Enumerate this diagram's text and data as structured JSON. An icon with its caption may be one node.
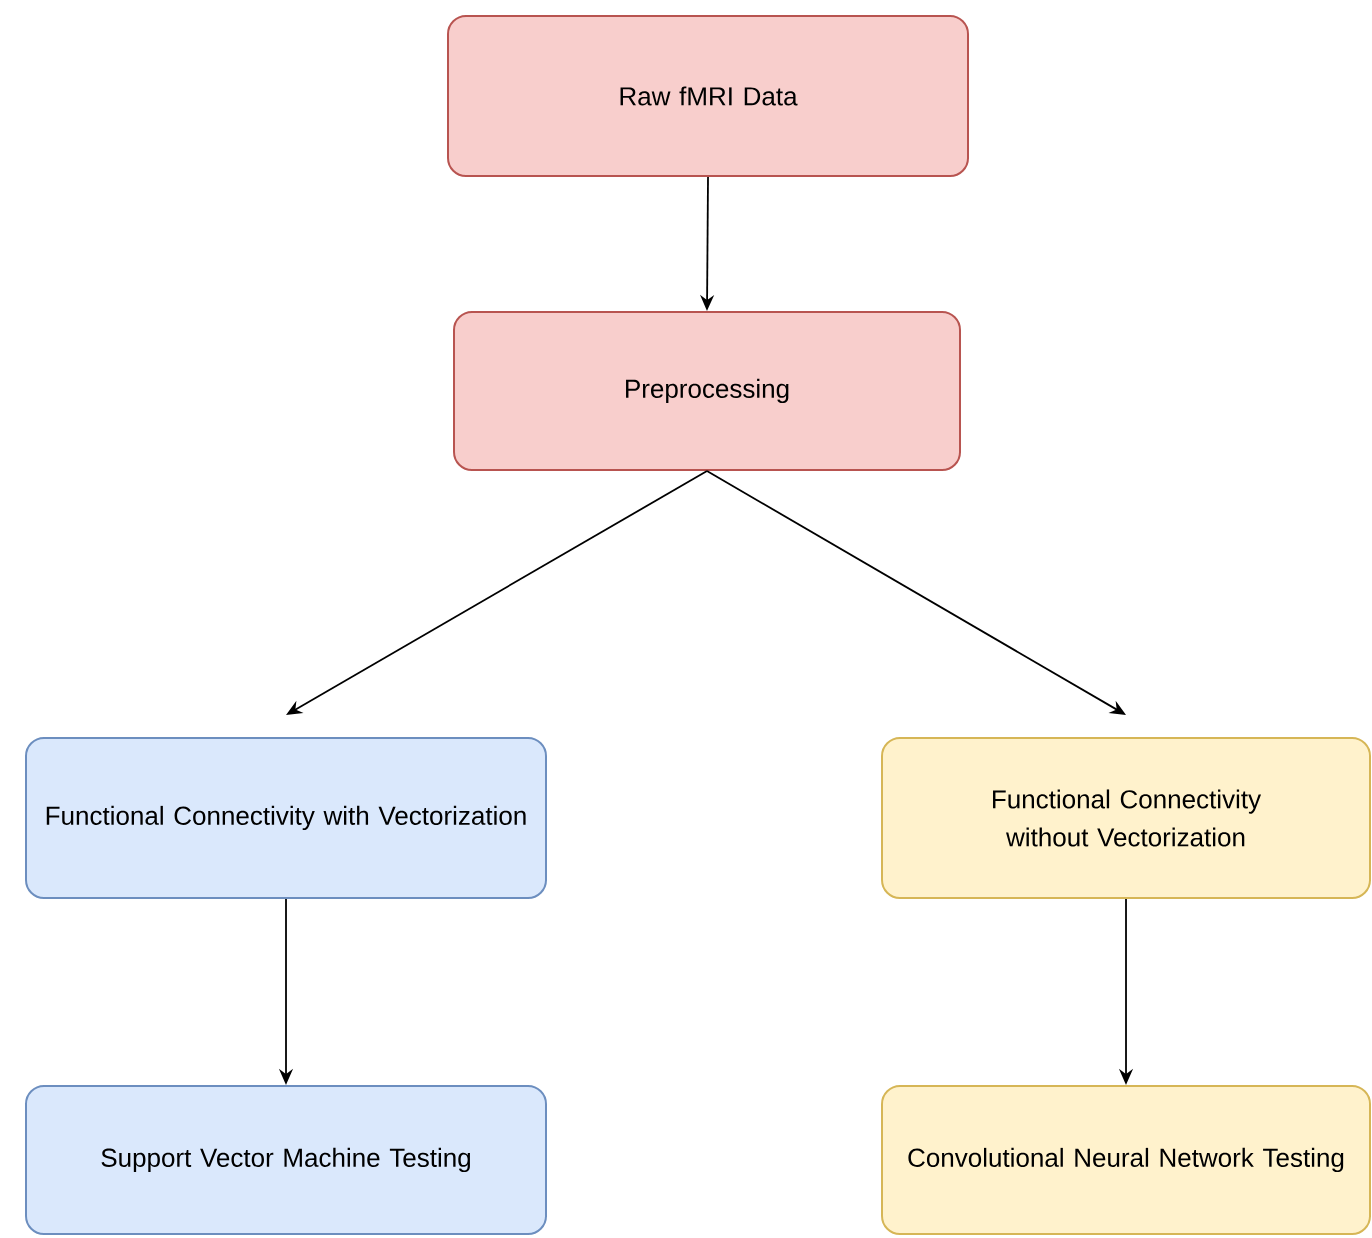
{
  "diagram": {
    "nodes": [
      {
        "text": [
          "Raw fMRI Data"
        ]
      },
      {
        "text": [
          "Preprocessing"
        ]
      },
      {
        "text": [
          "Functional Connectivity with Vectorization"
        ]
      },
      {
        "text": [
          "Functional Connectivity without Vectorization"
        ]
      },
      {
        "text": [
          "Support Vector Machine Testing"
        ]
      },
      {
        "text": [
          "Convolutional Neural Network Testing"
        ]
      }
    ],
    "edges": [
      {
        "from": 0,
        "to": 1,
        "arrow": "to"
      },
      {
        "from": 1,
        "to": 2,
        "arrow": "to"
      },
      {
        "from": 1,
        "to": 3,
        "arrow": "to"
      },
      {
        "from": 2,
        "to": 4,
        "arrow": "to"
      },
      {
        "from": 3,
        "to": 5,
        "arrow": "to"
      }
    ]
  }
}
